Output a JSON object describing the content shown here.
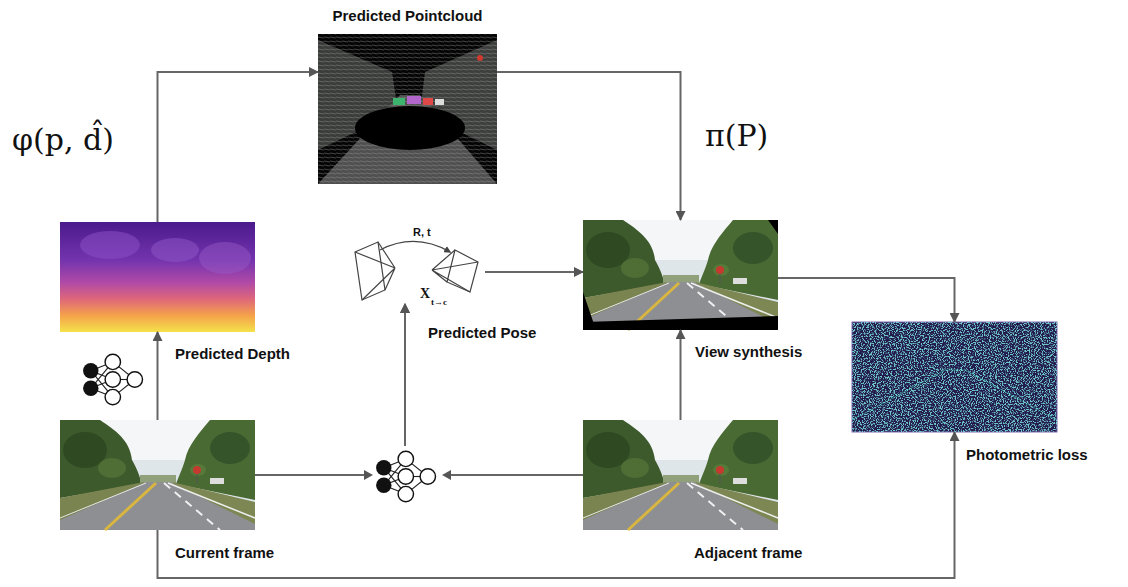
{
  "diagram": {
    "nodes": [
      {
        "text": [
          "Predicted Pointcloud"
        ]
      },
      {
        "text": [
          "Predicted Depth"
        ]
      },
      {
        "text": [
          "R, t",
          "X",
          "t→c",
          "Predicted Pose"
        ]
      },
      {
        "text": [
          "View synthesis"
        ]
      },
      {
        "text": [
          "Photometric loss"
        ]
      },
      {
        "text": [
          "Current frame"
        ]
      },
      {
        "text": [
          "Adjacent frame"
        ]
      }
    ],
    "edges": [
      {
        "from": 1,
        "to": 0,
        "arrow": "to",
        "label": "φ(p, d̂)"
      },
      {
        "from": 0,
        "to": 3,
        "arrow": "to",
        "label": "π(P)"
      },
      {
        "from": 5,
        "to": 1,
        "arrow": "to"
      },
      {
        "from": 5,
        "to": 2,
        "arrow": "to"
      },
      {
        "from": 6,
        "to": 2,
        "arrow": "to"
      },
      {
        "from": 2,
        "to": 3,
        "arrow": "to"
      },
      {
        "from": 6,
        "to": 3,
        "arrow": "to"
      },
      {
        "from": 3,
        "to": 4,
        "arrow": "to"
      },
      {
        "from": 5,
        "to": 4,
        "arrow": "to"
      }
    ]
  }
}
